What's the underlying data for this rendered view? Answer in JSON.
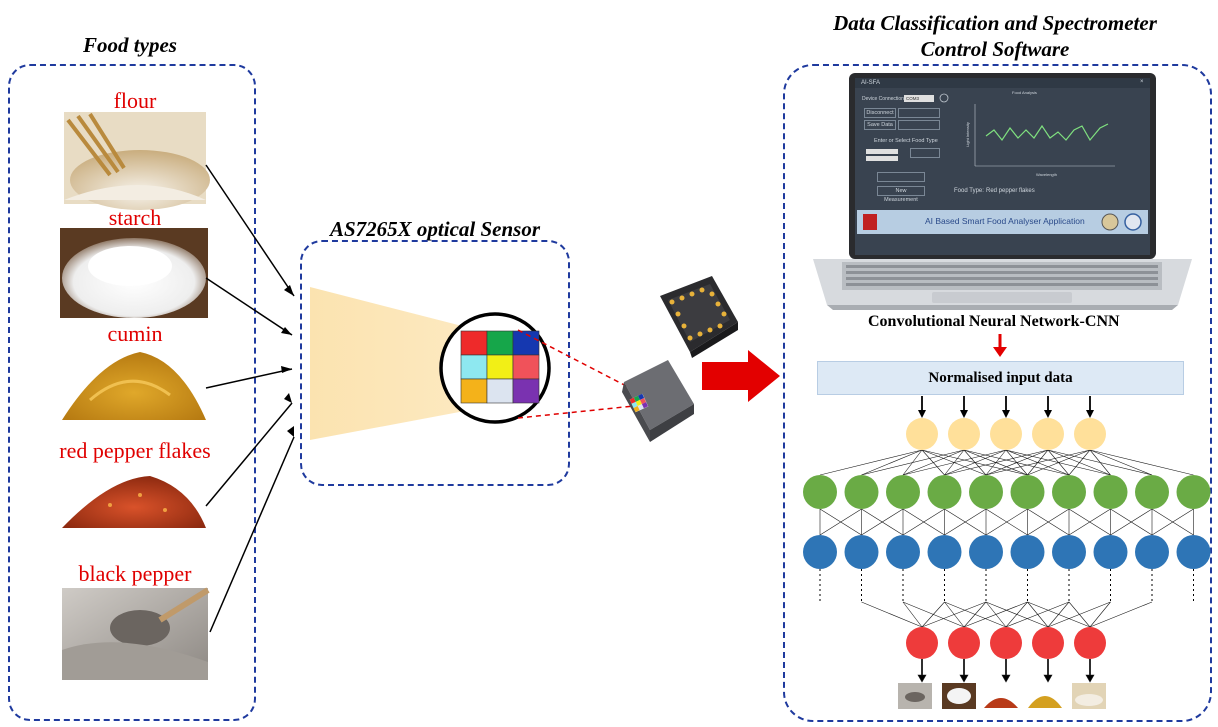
{
  "titles": {
    "food_types": "Food types",
    "sensor": "AS7265X optical Sensor",
    "software_line1": "Data Classification and Spectrometer",
    "software_line2": "Control Software"
  },
  "foods": [
    "flour",
    "starch",
    "cumin",
    "red pepper flakes",
    "black pepper"
  ],
  "laptop": {
    "app_title": "AI-SFA",
    "device_connection": "Device Connection",
    "port": "COM3",
    "disconnect": "Disconnect",
    "save_data": "Save Data",
    "enter_food": "Enter or Select Food Type",
    "new_measurement": "New Measurement",
    "food_type_label": "Food Type:",
    "food_type_value": "Red pepper flakes",
    "chart_title": "Food Analysis",
    "chart_ylabel": "Light Intensity",
    "chart_xlabel": "Wavelength",
    "banner": "AI Based Smart Food Analyser Application"
  },
  "cnn": {
    "title": "Convolutional Neural Network-CNN",
    "input_label": "Normalised input data"
  },
  "colors": {
    "title_red": "#e00000",
    "dash_blue": "#1f3a9e",
    "input_node": "#ffe09a",
    "hidden1_node": "#6aab45",
    "hidden2_node": "#2e75b6",
    "output_node": "#ee3b3b",
    "arrow_red": "#e30000"
  }
}
